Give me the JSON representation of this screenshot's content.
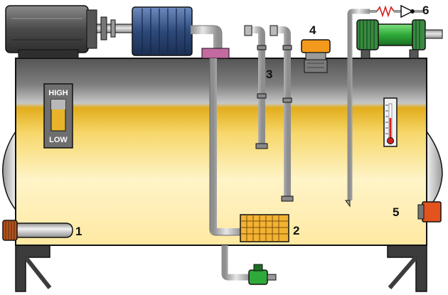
{
  "level_gauge": {
    "high_label": "HIGH",
    "low_label": "LOW"
  },
  "callouts": {
    "heater": "1",
    "strainer": "2",
    "return_lines": "3",
    "breather": "4",
    "drain": "5",
    "filter_valve": "6"
  },
  "colors": {
    "tank_top": "#5e5e5e",
    "fluid_top": "#e0a818",
    "fluid_bottom": "#fff6d2",
    "motor": "#4a4a4a",
    "pump": "#2d4a7a",
    "pipe": "#b0b0b0",
    "filter": "#2faa3a",
    "breather_cap": "#f39a1e",
    "drain_plug": "#e4521e",
    "strainer": "#f2b233",
    "heater_plug": "#b3531f",
    "gasket": "#c36aa0",
    "thermometer_bulb": "#d11e1e"
  }
}
